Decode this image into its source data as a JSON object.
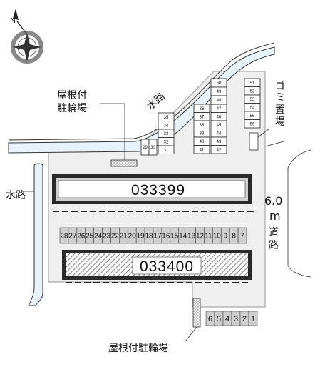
{
  "compass": {
    "north_label": "N",
    "icon": "compass-rose-icon"
  },
  "labels": {
    "water_channel_top": "水路",
    "water_channel_left": "水路",
    "roof_parking_top": "屋根付\n駐輪場",
    "roof_parking_bottom": "屋根付駐輪場",
    "garbage_area": "ゴミ置場",
    "road_width": "6.0",
    "road_unit": "m",
    "road_name": "道路"
  },
  "buildings": {
    "north": "033399",
    "south": "033400"
  },
  "parking": {
    "block_29_35": [
      "35",
      "34",
      "33",
      "32",
      "31"
    ],
    "small_left": [
      "29",
      "30"
    ],
    "col_36_41": [
      "36",
      "37",
      "38",
      "39",
      "40",
      "41"
    ],
    "col_42_47": [
      "47",
      "46",
      "45",
      "44",
      "43",
      "42"
    ],
    "col_48_50": [
      "50",
      "49",
      "48"
    ],
    "col_51_56": [
      "51",
      "52",
      "53",
      "54",
      "55",
      "56"
    ],
    "row_1_28": [
      "28",
      "27",
      "26",
      "25",
      "24",
      "23",
      "22",
      "21",
      "20",
      "19",
      "18",
      "17",
      "16",
      "15",
      "14",
      "13",
      "12",
      "11",
      "10",
      "9",
      "8",
      "7"
    ],
    "row_bottom": [
      "6",
      "5",
      "4",
      "3",
      "2",
      "1"
    ]
  },
  "colors": {
    "site": "#efefef",
    "water": "#e8f2fa",
    "building": "#2a2a2a",
    "line": "#333333"
  }
}
